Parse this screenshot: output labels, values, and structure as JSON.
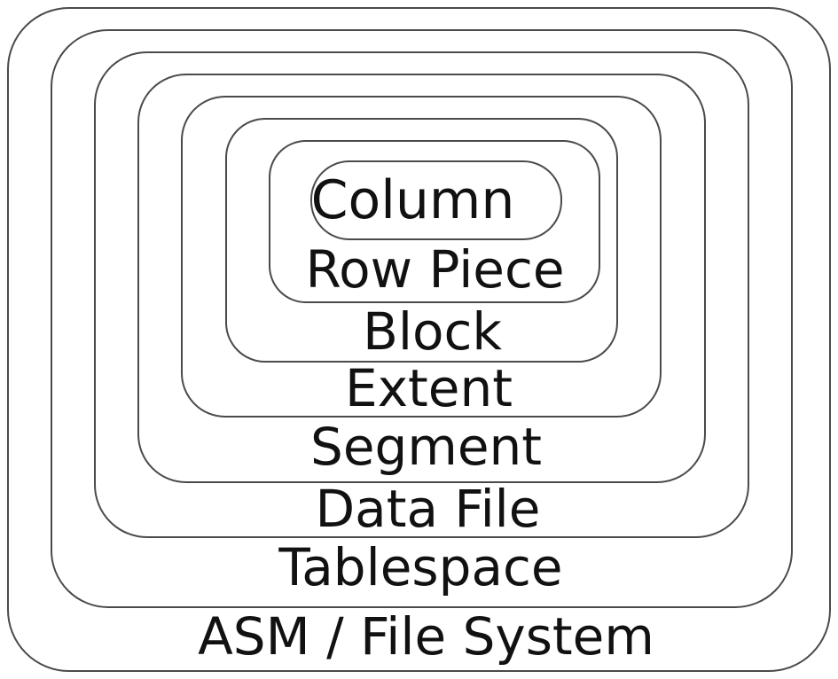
{
  "diagram": {
    "layers": [
      {
        "id": "asm",
        "label": "ASM / File System"
      },
      {
        "id": "tablespace",
        "label": "Tablespace"
      },
      {
        "id": "data-file",
        "label": "Data File"
      },
      {
        "id": "segment",
        "label": "Segment"
      },
      {
        "id": "extent",
        "label": "Extent"
      },
      {
        "id": "block",
        "label": "Block"
      },
      {
        "id": "row-piece",
        "label": "Row Piece"
      },
      {
        "id": "column",
        "label": "Column"
      }
    ],
    "colors": {
      "border": "#4a4a4a",
      "text": "#111111",
      "background": "#ffffff"
    }
  }
}
